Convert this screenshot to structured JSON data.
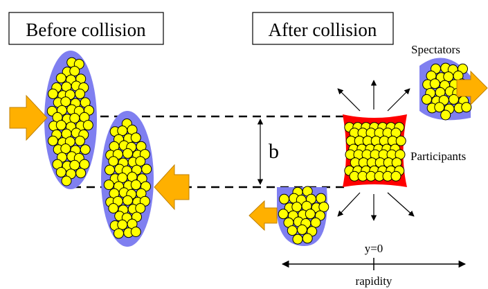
{
  "labels": {
    "before": "Before collision",
    "after": "After collision",
    "spectators": "Spectators",
    "participants": "Participants",
    "impact": "b",
    "y0": "y=0",
    "axis": "rapidity"
  },
  "colors": {
    "nucleus": "#7f7ff0",
    "nucleon": "#ffff00",
    "fireball": "#ff0000",
    "arrow": "#ffb000",
    "line": "#000000"
  },
  "icons": {
    "incoming_left": "arrow-right-icon",
    "incoming_right": "arrow-left-icon",
    "spectator_up": "arrow-right-icon",
    "spectator_down": "arrow-left-icon"
  }
}
